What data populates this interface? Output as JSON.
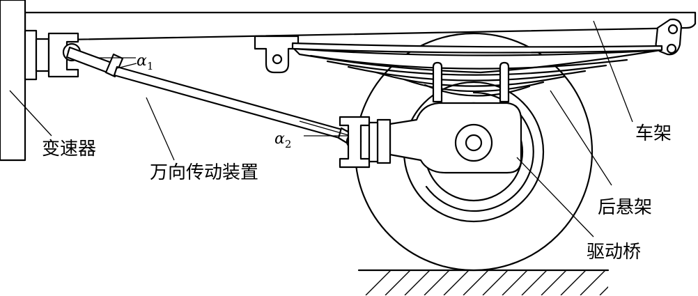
{
  "labels": {
    "transmission": "变速器",
    "universal_joint": "万向传动装置",
    "frame": "车架",
    "rear_suspension": "后悬架",
    "drive_axle": "驱动桥"
  },
  "angles": {
    "alpha1": {
      "symbol": "α",
      "subscript": "1"
    },
    "alpha2": {
      "symbol": "α",
      "subscript": "2"
    }
  }
}
